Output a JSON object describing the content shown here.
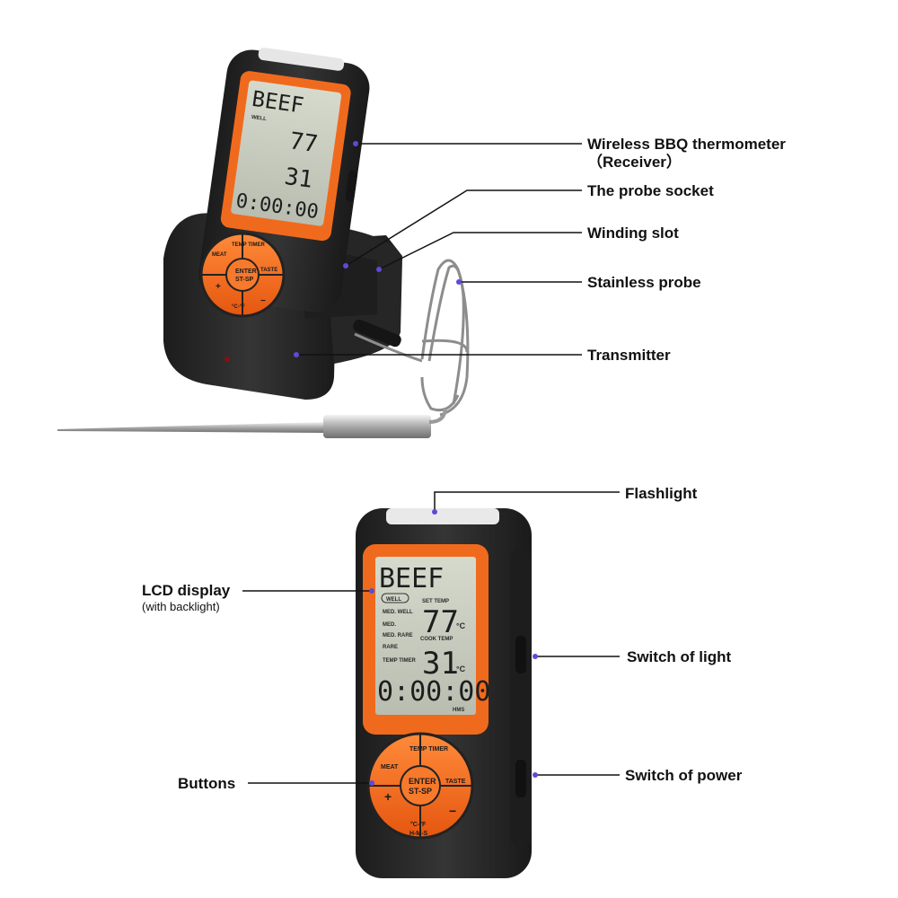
{
  "callouts": {
    "receiver": "Wireless BBQ thermometer",
    "receiver_sub": "（Receiver）",
    "probe_socket": "The probe socket",
    "winding_slot": "Winding slot",
    "stainless_probe": "Stainless probe",
    "transmitter": "Transmitter",
    "flashlight": "Flashlight",
    "lcd_display": "LCD display",
    "lcd_display_sub": "(with backlight)",
    "switch_light": "Switch of light",
    "buttons": "Buttons",
    "switch_power": "Switch of power"
  },
  "lcd": {
    "meat": "BEEF",
    "well": "WELL",
    "set_temp_label": "SET TEMP",
    "set_temp": "77",
    "cook_temp_label": "COOK TEMP",
    "cook_temp": "31",
    "unit": "°C",
    "timer": "0:00:00",
    "timer_units": "HMS",
    "doneness": [
      "MED. WELL",
      "MED.",
      "MED. RARE",
      "RARE"
    ],
    "mode_label": "TEMP TIMER"
  },
  "keys": {
    "temp_timer": "TEMP TIMER",
    "meat": "MEAT",
    "enter": "ENTER",
    "st_sp": "ST-SP",
    "taste": "TASTE",
    "plus": "+",
    "minus": "−",
    "c_f": "°C-°F",
    "h_m_s": "H-M-S"
  },
  "colors": {
    "body": "#2b2b2b",
    "accent": "#f06a1e",
    "lcd": "#cfd3c6",
    "marker": "#5b4bd6"
  }
}
